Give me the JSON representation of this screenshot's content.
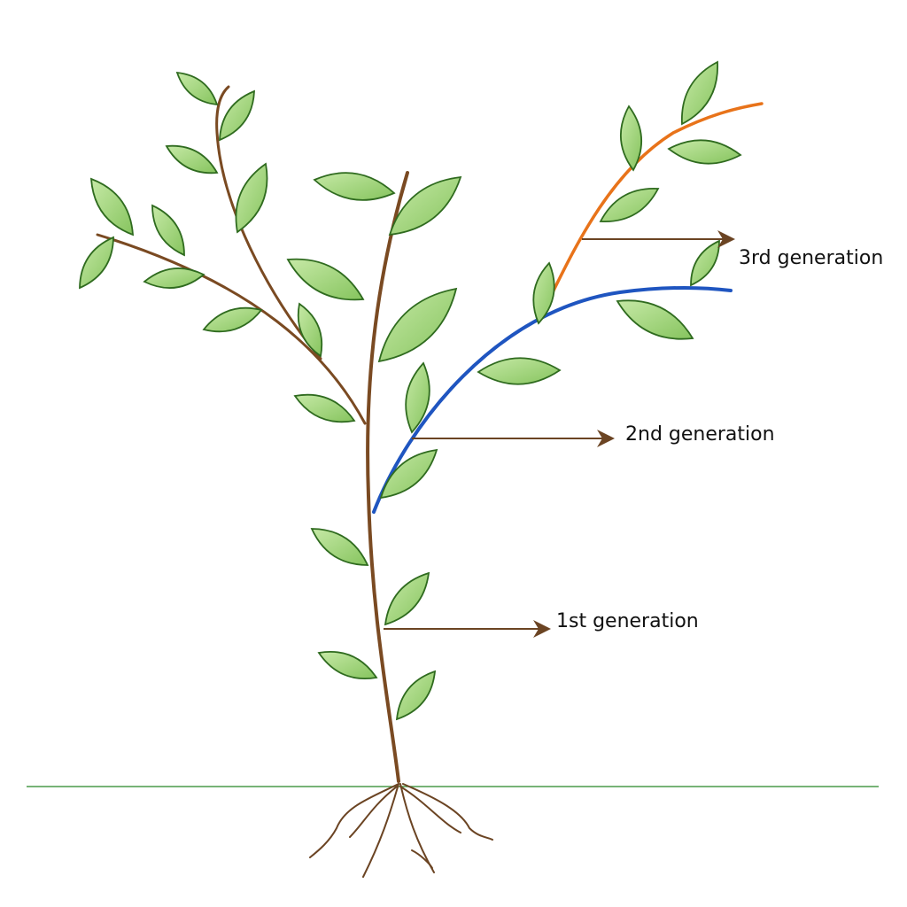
{
  "labels": {
    "third": "3rd generation",
    "second": "2nd generation",
    "first": "1st generation"
  },
  "colors": {
    "stem": "#7a4a22",
    "second_generation": "#1f55c0",
    "third_generation": "#e8731a",
    "leaf_fill": "#9fd37a",
    "leaf_stroke": "#2f6b1f",
    "ground": "#4a9a4a",
    "arrow": "#6b4423"
  }
}
